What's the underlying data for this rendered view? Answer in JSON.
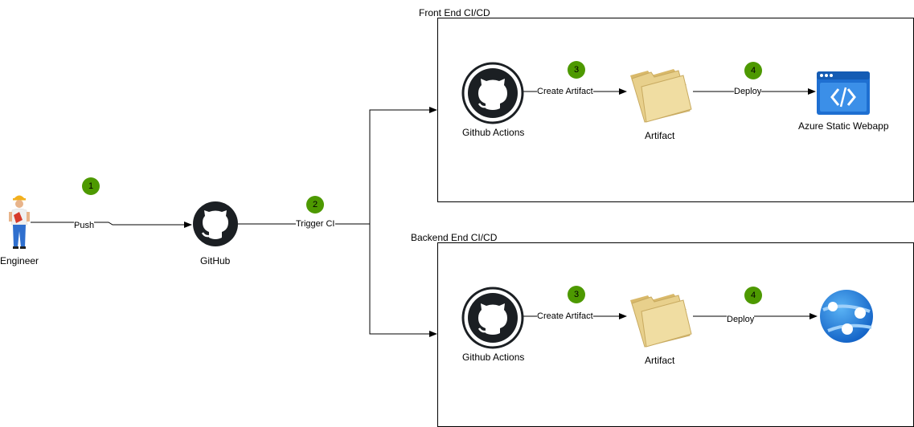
{
  "nodes": {
    "engineer": "Engineer",
    "github": "GitHub",
    "frontend_group": "Front End CI/CD",
    "backend_group": "Backend End CI/CD",
    "fe_actions": "Github Actions",
    "fe_artifact": "Artifact",
    "fe_target": "Azure Static Webapp",
    "be_actions": "Github Actions",
    "be_artifact": "Artifact"
  },
  "edges": {
    "push": "Push",
    "trigger": "Trigger CI",
    "fe_create": "Create Artifact",
    "fe_deploy": "Deploy",
    "be_create": "Create Artifact",
    "be_deploy": "Deploy"
  },
  "steps": {
    "push": "1",
    "trigger": "2",
    "fe_create": "3",
    "fe_deploy": "4",
    "be_create": "3",
    "be_deploy": "4"
  },
  "colors": {
    "step_badge": "#4d9900",
    "azure_blue": "#1e6fd1",
    "folder": "#e8d08c"
  }
}
